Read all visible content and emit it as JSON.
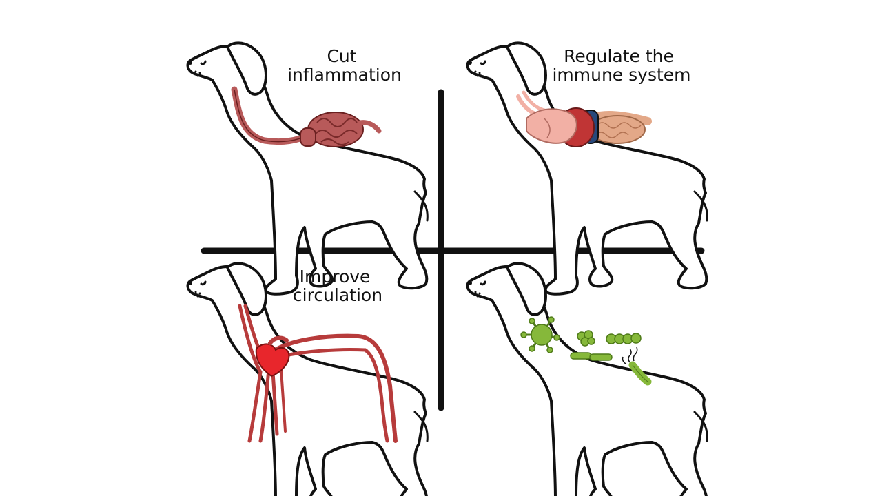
{
  "panels": [
    {
      "caption_lines": [
        "Cut",
        "inflammation"
      ]
    },
    {
      "caption_lines": [
        "Regulate the",
        "immune system"
      ]
    },
    {
      "caption_lines": [
        "Improve",
        "circulation"
      ]
    },
    {
      "caption_lines": []
    }
  ],
  "colors": {
    "ink": "#111111",
    "gut": "#b85a5a",
    "gut_dark": "#8a3030",
    "pink": "#f2b0a5",
    "liver": "#c03535",
    "blue": "#28487a",
    "tan": "#e3a888",
    "heart": "#e8262c",
    "vessel": "#b73b3b",
    "bacteria": "#86b83a",
    "bacteria_dark": "#4e7a18"
  },
  "icons": [
    "dog-silhouette",
    "intestine",
    "organs",
    "heart-and-vessels",
    "bacteria-and-virus"
  ]
}
